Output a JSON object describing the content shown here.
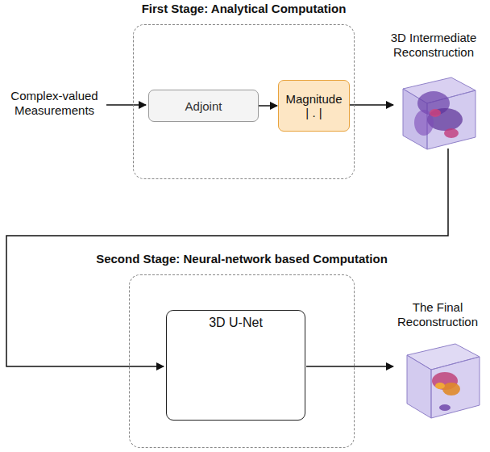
{
  "diagram": {
    "nodes": [
      {
        "text": [
          "First Stage: Analytical Computation"
        ]
      },
      {
        "text": [
          "Adjoint"
        ],
        "in": 0
      },
      {
        "text": [
          "Magnitude",
          "| . |"
        ],
        "in": 0
      },
      {
        "text": [
          "Second Stage: Neural-network based Computation"
        ]
      },
      {
        "text": [
          "3D U-Net"
        ],
        "in": 3
      }
    ],
    "edges": [
      {
        "from": 1,
        "to": 2,
        "arrow": "to"
      }
    ],
    "labels": [
      "Complex-valued Measurements",
      "3D Intermediate Reconstruction",
      "The Final Reconstruction"
    ]
  }
}
